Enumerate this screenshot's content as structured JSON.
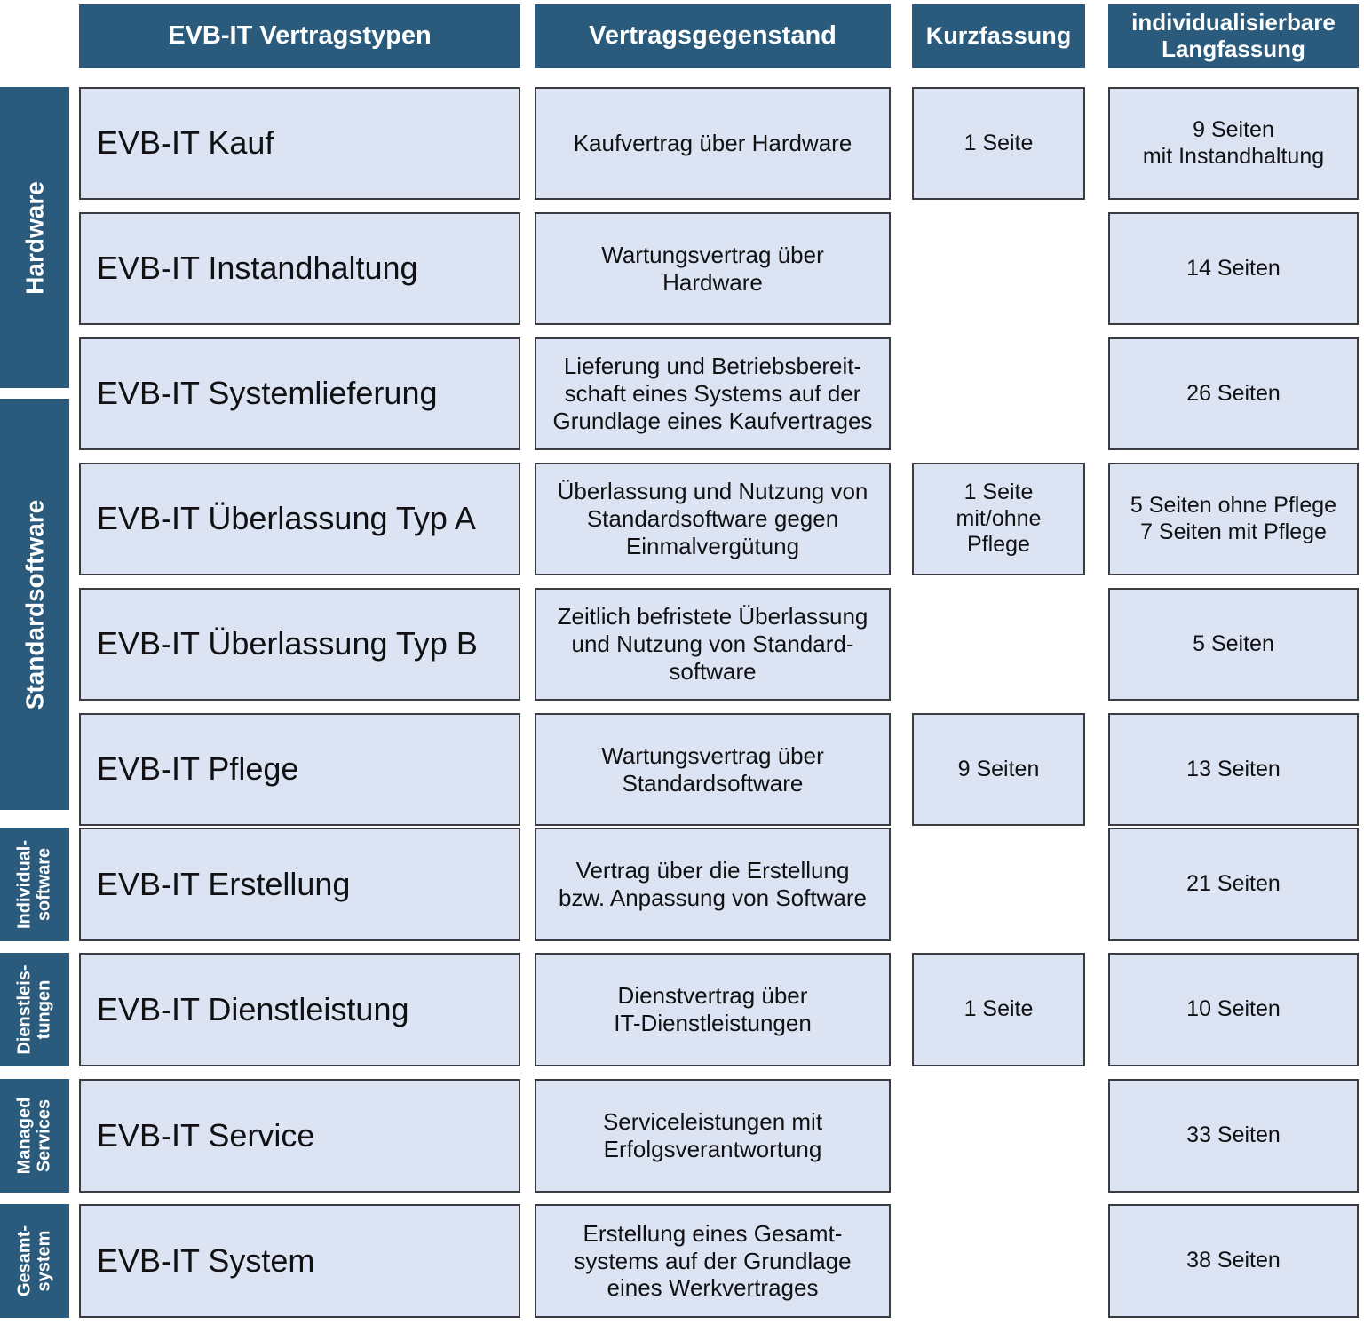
{
  "headers": {
    "col_types": "EVB-IT Vertragstypen",
    "col_object": "Vertragsgegenstand",
    "col_short": "Kurzfassung",
    "col_long": "individualisierbare Langfassung"
  },
  "categories": [
    {
      "label": "Hardware",
      "rows": 3
    },
    {
      "label": "Standardsoftware",
      "rows": 3
    },
    {
      "label": "Individual-\nsoftware",
      "rows": 1
    },
    {
      "label": "Dienstleis-\ntungen",
      "rows": 1
    },
    {
      "label": "Managed\nServices",
      "rows": 1
    },
    {
      "label": "Gesamt-\nsystem",
      "rows": 1
    }
  ],
  "rows": [
    {
      "type": "EVB-IT Kauf",
      "object": "Kaufvertrag über Hardware",
      "short": "1 Seite",
      "long": "9 Seiten\nmit Instandhaltung"
    },
    {
      "type": "EVB-IT Instandhaltung",
      "object": "Wartungsvertrag über\nHardware",
      "short": "",
      "long": "14 Seiten"
    },
    {
      "type": "EVB-IT Systemlieferung",
      "object": "Lieferung und Betriebsbereit-\nschaft eines Systems auf der\nGrundlage eines Kaufvertrages",
      "short": "",
      "long": "26 Seiten"
    },
    {
      "type": "EVB-IT Überlassung Typ A",
      "object": "Überlassung und Nutzung von\nStandardsoftware gegen\nEinmalvergütung",
      "short": "1 Seite\nmit/ohne\nPflege",
      "long": "5 Seiten ohne Pflege\n7 Seiten mit Pflege"
    },
    {
      "type": "EVB-IT Überlassung Typ B",
      "object": "Zeitlich befristete Überlassung\nund Nutzung von Standard-\nsoftware",
      "short": "",
      "long": "5 Seiten"
    },
    {
      "type": "EVB-IT Pflege",
      "object": "Wartungsvertrag über\nStandardsoftware",
      "short": "9 Seiten",
      "long": "13 Seiten"
    },
    {
      "type": "EVB-IT Erstellung",
      "object": "Vertrag über die Erstellung\nbzw. Anpassung von Software",
      "short": "",
      "long": "21 Seiten"
    },
    {
      "type": "EVB-IT Dienstleistung",
      "object": "Dienstvertrag über\nIT-Dienstleistungen",
      "short": "1 Seite",
      "long": "10 Seiten"
    },
    {
      "type": "EVB-IT Service",
      "object": "Serviceleistungen mit\nErfolgsverantwortung",
      "short": "",
      "long": "33 Seiten"
    },
    {
      "type": "EVB-IT System",
      "object": "Erstellung eines Gesamt-\nsystems auf der Grundlage\neines Werkvertrages",
      "short": "",
      "long": "38 Seiten"
    }
  ],
  "colors": {
    "header_bg": "#2a5a7c",
    "header_text": "#ffffff",
    "cell_bg": "#dce3f2",
    "cell_border": "#3b3b42",
    "cell_text": "#111114",
    "page_bg": "#ffffff"
  }
}
